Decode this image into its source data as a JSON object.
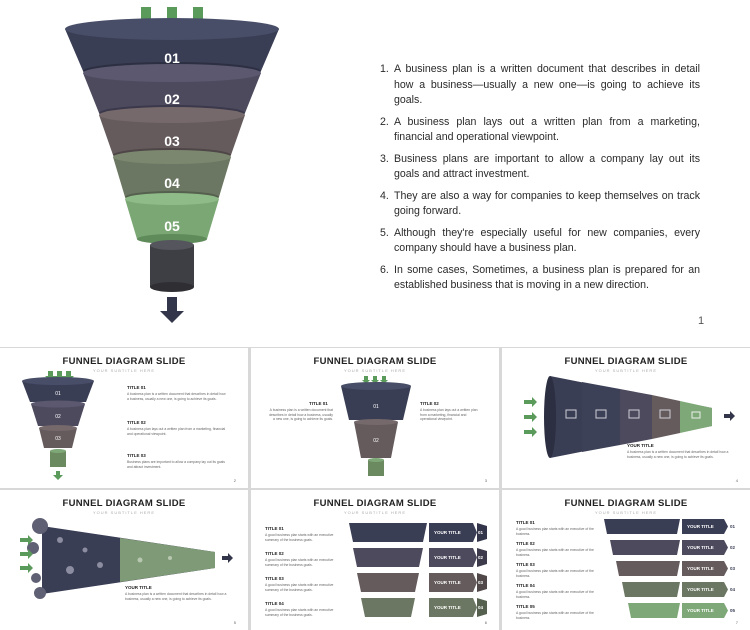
{
  "main_slide": {
    "funnel_labels": [
      "01",
      "02",
      "03",
      "04",
      "05"
    ],
    "points": [
      {
        "num": "1.",
        "text": "A business plan is a written document that describes in detail how a business—usually a new one—is going to achieve its goals."
      },
      {
        "num": "2.",
        "text": "A business plan lays out a written plan from a marketing, financial and operational viewpoint."
      },
      {
        "num": "3.",
        "text": "Business plans are important to allow a company lay out its goals and attract investment."
      },
      {
        "num": "4.",
        "text": "They are also a way for companies to keep themselves on track going forward."
      },
      {
        "num": "5.",
        "text": "Although they're especially useful for new companies, every company should have a business plan."
      },
      {
        "num": "6.",
        "text": "In some cases, Sometimes, a business plan is prepared for an established business that is moving in a new direction."
      }
    ],
    "page_number": "1",
    "colors": {
      "navy": "#3b3f55",
      "purple": "#4f4a5e",
      "brown": "#6b5f5f",
      "olive": "#6f7a62",
      "green": "#7fa878",
      "accent": "#4a8f4e"
    }
  },
  "thumbnails": [
    {
      "title": "FUNNEL DIAGRAM SLIDE",
      "subtitle": "YOUR SUBTITLE HERE",
      "page": "2",
      "labels": [
        "01",
        "02",
        "03"
      ],
      "items": [
        {
          "title": "TITLE 01",
          "text": "A business plan is a written document that describes in detail how a business, usually a new one, is going to achieve its goals."
        },
        {
          "title": "TITLE 02",
          "text": "A business plan lays out a written plan from a marketing, financial and operational viewpoint."
        },
        {
          "title": "TITLE 03",
          "text": "Business plans are important to allow a company lay out its goals and attract investment."
        }
      ]
    },
    {
      "title": "FUNNEL DIAGRAM SLIDE",
      "subtitle": "YOUR SUBTITLE HERE",
      "page": "3",
      "labels": [
        "01",
        "02"
      ],
      "items": [
        {
          "title": "TITLE 01",
          "text": "A business plan is a written document that describes in detail how a business, usually a new one, is going to achieve its goals."
        },
        {
          "title": "TITLE 02",
          "text": "A business plan lays out a written plan from a marketing, financial and operational viewpoint."
        }
      ]
    },
    {
      "title": "FUNNEL DIAGRAM SLIDE",
      "subtitle": "YOUR SUBTITLE HERE",
      "page": "4",
      "item_title": "YOUR TITLE",
      "item_text": "A business plan is a written document that describes in detail how a business, usually a new one, is going to achieve its goals."
    },
    {
      "title": "FUNNEL DIAGRAM SLIDE",
      "subtitle": "YOUR SUBTITLE HERE",
      "page": "5",
      "item_title": "YOUR TITLE",
      "item_text": "A business plan is a written document that describes in detail how a business, usually a new one, is going to achieve its goals."
    },
    {
      "title": "FUNNEL DIAGRAM SLIDE",
      "subtitle": "YOUR SUBTITLE HERE",
      "page": "6",
      "left": [
        "TITLE 01",
        "TITLE 02",
        "TITLE 03",
        "TITLE 04"
      ],
      "left_text": "A good business plan starts with an executive summary of the business goals.",
      "right": [
        "YOUR TITLE",
        "YOUR TITLE",
        "YOUR TITLE",
        "YOUR TITLE"
      ],
      "nums": [
        "01",
        "02",
        "03",
        "04"
      ]
    },
    {
      "title": "FUNNEL DIAGRAM SLIDE",
      "subtitle": "YOUR SUBTITLE HERE",
      "page": "7",
      "left": [
        "TITLE 01",
        "TITLE 02",
        "TITLE 03",
        "TITLE 04",
        "TITLE 05"
      ],
      "left_text": "A good business plan starts with an executive of the business.",
      "right": [
        "YOUR TITLE",
        "YOUR TITLE",
        "YOUR TITLE",
        "YOUR TITLE",
        "YOUR TITLE"
      ],
      "nums": [
        "01",
        "02",
        "03",
        "04",
        "05"
      ]
    }
  ]
}
